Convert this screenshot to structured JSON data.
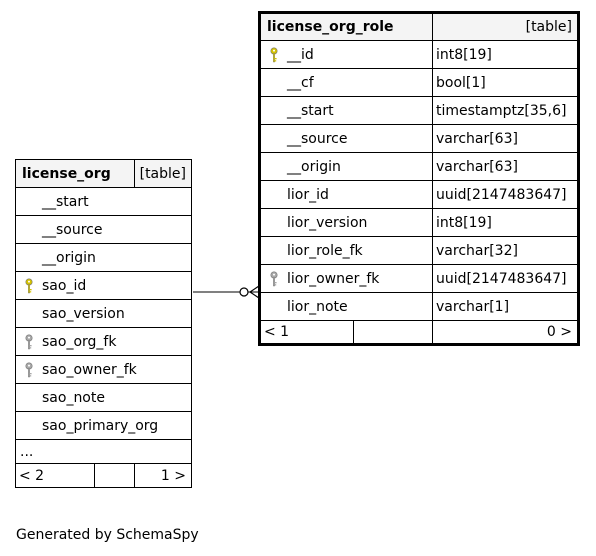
{
  "tables": {
    "license_org": {
      "name": "license_org",
      "kind": "[table]",
      "columns": [
        {
          "name": "__start",
          "key": "none"
        },
        {
          "name": "__source",
          "key": "none"
        },
        {
          "name": "__origin",
          "key": "none"
        },
        {
          "name": "sao_id",
          "key": "primary"
        },
        {
          "name": "sao_version",
          "key": "none"
        },
        {
          "name": "sao_org_fk",
          "key": "foreign"
        },
        {
          "name": "sao_owner_fk",
          "key": "foreign"
        },
        {
          "name": "sao_note",
          "key": "none"
        },
        {
          "name": "sao_primary_org",
          "key": "none"
        }
      ],
      "more": "...",
      "nav_left": "< 2",
      "nav_right": "1 >"
    },
    "license_org_role": {
      "name": "license_org_role",
      "kind": "[table]",
      "columns": [
        {
          "name": "__id",
          "type": "int8[19]",
          "key": "primary"
        },
        {
          "name": "__cf",
          "type": "bool[1]",
          "key": "none"
        },
        {
          "name": "__start",
          "type": "timestamptz[35,6]",
          "key": "none"
        },
        {
          "name": "__source",
          "type": "varchar[63]",
          "key": "none"
        },
        {
          "name": "__origin",
          "type": "varchar[63]",
          "key": "none"
        },
        {
          "name": "lior_id",
          "type": "uuid[2147483647]",
          "key": "none"
        },
        {
          "name": "lior_version",
          "type": "int8[19]",
          "key": "none"
        },
        {
          "name": "lior_role_fk",
          "type": "varchar[32]",
          "key": "none"
        },
        {
          "name": "lior_owner_fk",
          "type": "uuid[2147483647]",
          "key": "foreign"
        },
        {
          "name": "lior_note",
          "type": "varchar[1]",
          "key": "none"
        }
      ],
      "nav_left": "< 1",
      "nav_right": "0 >"
    }
  },
  "colors": {
    "primary_key": "#d4c200",
    "foreign_key": "#a8a8a8",
    "header_bg": "#f4f4f4"
  },
  "footer": "Generated by SchemaSpy"
}
